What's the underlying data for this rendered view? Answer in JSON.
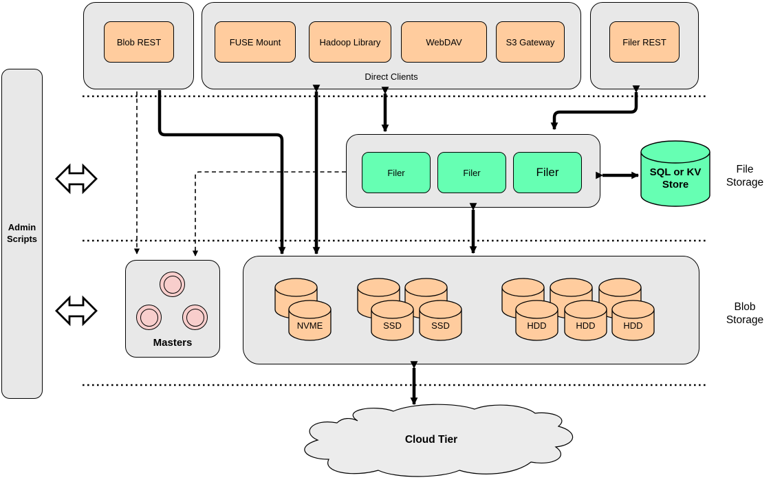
{
  "diagram": {
    "admin": {
      "label": "Admin Scripts"
    },
    "top": {
      "blob_rest": "Blob REST",
      "direct_clients": {
        "caption": "Direct Clients",
        "items": [
          "FUSE Mount",
          "Hadoop Library",
          "WebDAV",
          "S3 Gateway"
        ]
      },
      "filer_rest": "Filer REST"
    },
    "file_storage": {
      "filers": [
        "Filer",
        "Filer",
        "Filer"
      ],
      "store": "SQL or KV Store",
      "label": "File Storage"
    },
    "blob_storage": {
      "masters_label": "Masters",
      "volumes": [
        "NVME",
        "SSD",
        "SSD",
        "HDD",
        "HDD",
        "HDD"
      ],
      "label": "Blob Storage"
    },
    "cloud": {
      "label": "Cloud Tier"
    },
    "colors": {
      "container": "#e8e8e8",
      "orange": "#ffcc9e",
      "green": "#66ffb3",
      "pink": "#f8cecc",
      "cloud": "#ececec",
      "line": "#000000"
    }
  }
}
